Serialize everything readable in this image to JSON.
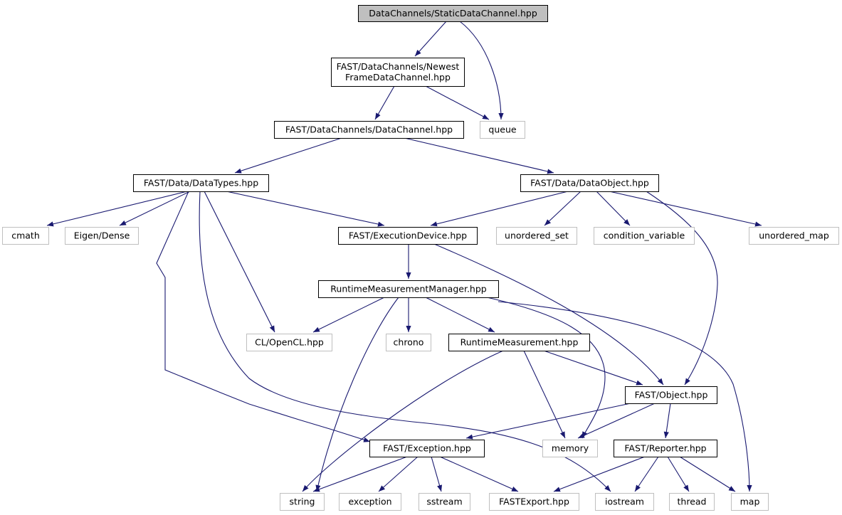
{
  "colors": {
    "edge": "#191970",
    "node_border": "#000000",
    "external_border": "#bfbfbf",
    "root_fill": "#bfbfbf",
    "node_fill": "#ffffff",
    "text": "#000000"
  },
  "nodes": [
    {
      "id": "root",
      "lines": [
        "DataChannels/StaticDataChannel.hpp"
      ],
      "kind": "root"
    },
    {
      "id": "newest",
      "lines": [
        "FAST/DataChannels/Newest",
        "FrameDataChannel.hpp"
      ],
      "kind": "header"
    },
    {
      "id": "queue",
      "lines": [
        "queue"
      ],
      "kind": "external"
    },
    {
      "id": "datachannel",
      "lines": [
        "FAST/DataChannels/DataChannel.hpp"
      ],
      "kind": "header"
    },
    {
      "id": "datatypes",
      "lines": [
        "FAST/Data/DataTypes.hpp"
      ],
      "kind": "header"
    },
    {
      "id": "dataobject",
      "lines": [
        "FAST/Data/DataObject.hpp"
      ],
      "kind": "header"
    },
    {
      "id": "cmath",
      "lines": [
        "cmath"
      ],
      "kind": "external"
    },
    {
      "id": "eigen",
      "lines": [
        "Eigen/Dense"
      ],
      "kind": "external"
    },
    {
      "id": "execdevice",
      "lines": [
        "FAST/ExecutionDevice.hpp"
      ],
      "kind": "header"
    },
    {
      "id": "unordered_set",
      "lines": [
        "unordered_set"
      ],
      "kind": "external"
    },
    {
      "id": "condvar",
      "lines": [
        "condition_variable"
      ],
      "kind": "external"
    },
    {
      "id": "unordered_map",
      "lines": [
        "unordered_map"
      ],
      "kind": "external"
    },
    {
      "id": "rtmm",
      "lines": [
        "RuntimeMeasurementManager.hpp"
      ],
      "kind": "header"
    },
    {
      "id": "opencl",
      "lines": [
        "CL/OpenCL.hpp"
      ],
      "kind": "external"
    },
    {
      "id": "chrono",
      "lines": [
        "chrono"
      ],
      "kind": "external"
    },
    {
      "id": "rtm",
      "lines": [
        "RuntimeMeasurement.hpp"
      ],
      "kind": "header"
    },
    {
      "id": "object",
      "lines": [
        "FAST/Object.hpp"
      ],
      "kind": "header"
    },
    {
      "id": "exception",
      "lines": [
        "FAST/Exception.hpp"
      ],
      "kind": "header"
    },
    {
      "id": "memory",
      "lines": [
        "memory"
      ],
      "kind": "external"
    },
    {
      "id": "reporter",
      "lines": [
        "FAST/Reporter.hpp"
      ],
      "kind": "header"
    },
    {
      "id": "string",
      "lines": [
        "string"
      ],
      "kind": "external"
    },
    {
      "id": "exception_std",
      "lines": [
        "exception"
      ],
      "kind": "external"
    },
    {
      "id": "sstream",
      "lines": [
        "sstream"
      ],
      "kind": "external"
    },
    {
      "id": "fastexport",
      "lines": [
        "FASTExport.hpp"
      ],
      "kind": "external"
    },
    {
      "id": "iostream",
      "lines": [
        "iostream"
      ],
      "kind": "external"
    },
    {
      "id": "thread",
      "lines": [
        "thread"
      ],
      "kind": "external"
    },
    {
      "id": "map",
      "lines": [
        "map"
      ],
      "kind": "external"
    }
  ],
  "edges": [
    {
      "from": "root",
      "to": "newest"
    },
    {
      "from": "root",
      "to": "queue"
    },
    {
      "from": "newest",
      "to": "datachannel"
    },
    {
      "from": "newest",
      "to": "queue"
    },
    {
      "from": "datachannel",
      "to": "datatypes"
    },
    {
      "from": "datachannel",
      "to": "dataobject"
    },
    {
      "from": "datatypes",
      "to": "cmath"
    },
    {
      "from": "datatypes",
      "to": "eigen"
    },
    {
      "from": "datatypes",
      "to": "execdevice"
    },
    {
      "from": "datatypes",
      "to": "opencl"
    },
    {
      "from": "datatypes",
      "to": "exception"
    },
    {
      "from": "datatypes",
      "to": "iostream"
    },
    {
      "from": "dataobject",
      "to": "execdevice"
    },
    {
      "from": "dataobject",
      "to": "unordered_set"
    },
    {
      "from": "dataobject",
      "to": "condvar"
    },
    {
      "from": "dataobject",
      "to": "unordered_map"
    },
    {
      "from": "dataobject",
      "to": "object"
    },
    {
      "from": "execdevice",
      "to": "rtmm"
    },
    {
      "from": "execdevice",
      "to": "object"
    },
    {
      "from": "rtmm",
      "to": "opencl"
    },
    {
      "from": "rtmm",
      "to": "chrono"
    },
    {
      "from": "rtmm",
      "to": "rtm"
    },
    {
      "from": "rtmm",
      "to": "string"
    },
    {
      "from": "rtmm",
      "to": "memory"
    },
    {
      "from": "rtmm",
      "to": "map"
    },
    {
      "from": "rtm",
      "to": "object"
    },
    {
      "from": "rtm",
      "to": "memory"
    },
    {
      "from": "rtm",
      "to": "string"
    },
    {
      "from": "object",
      "to": "exception"
    },
    {
      "from": "object",
      "to": "memory"
    },
    {
      "from": "object",
      "to": "reporter"
    },
    {
      "from": "exception",
      "to": "string"
    },
    {
      "from": "exception",
      "to": "exception_std"
    },
    {
      "from": "exception",
      "to": "sstream"
    },
    {
      "from": "exception",
      "to": "fastexport"
    },
    {
      "from": "reporter",
      "to": "fastexport"
    },
    {
      "from": "reporter",
      "to": "iostream"
    },
    {
      "from": "reporter",
      "to": "thread"
    },
    {
      "from": "reporter",
      "to": "map"
    }
  ]
}
